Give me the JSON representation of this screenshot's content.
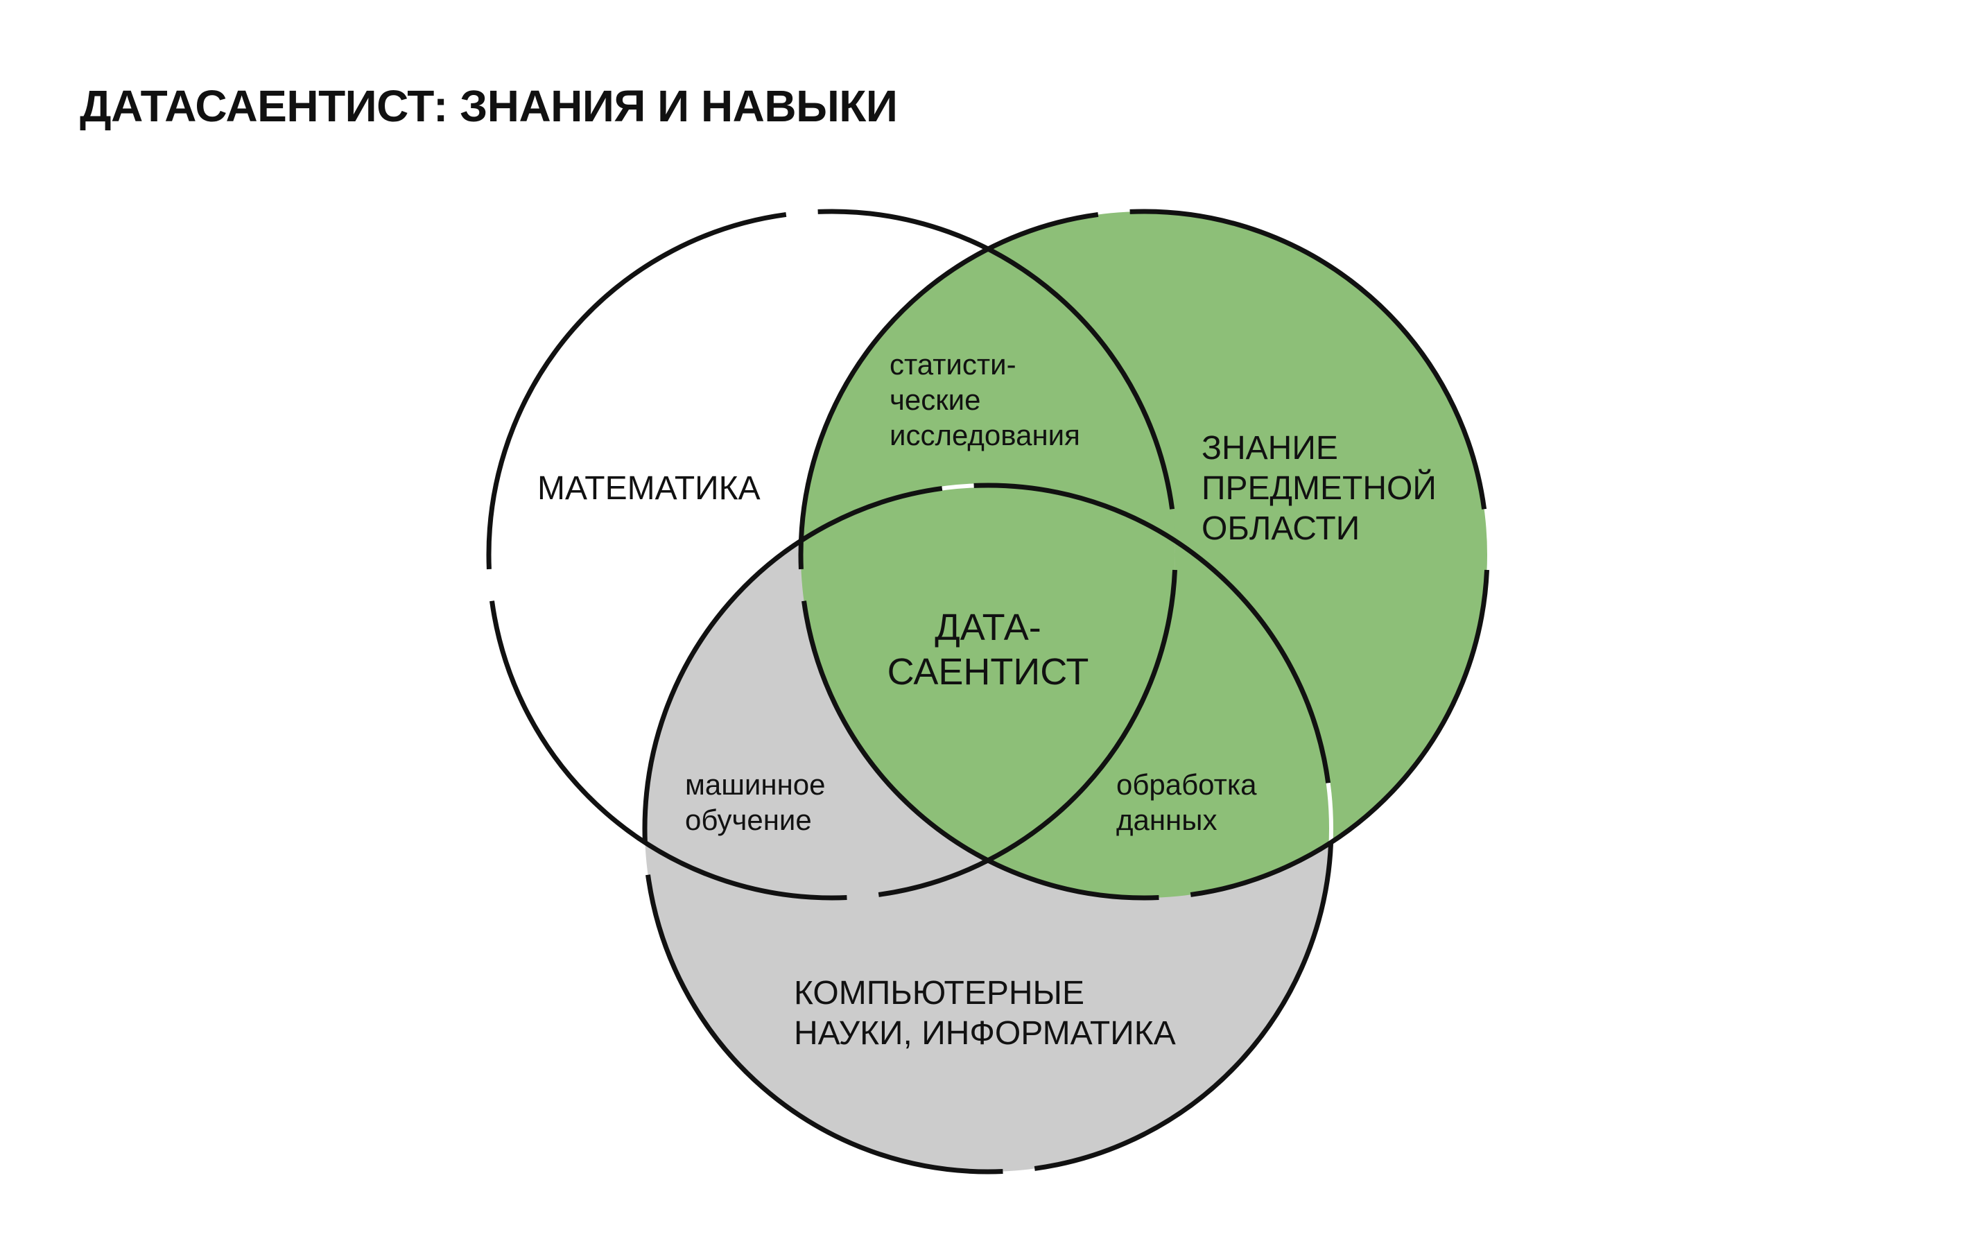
{
  "title": "ДАТАСАЕНТИСТ: ЗНАНИЯ И НАВЫКИ",
  "colors": {
    "background": "#ffffff",
    "outline": "#111111",
    "domain_fill": "#8dbf78",
    "cs_fill": "#cccccc",
    "math_fill": "#ffffff",
    "inner_arc": "#ffffff"
  },
  "sets": {
    "math": {
      "label": "МАТЕМАТИКА",
      "fill": "white"
    },
    "domain": {
      "label_lines": [
        "ЗНАНИЕ",
        "ПРЕДМЕТНОЙ",
        "ОБЛАСТИ"
      ],
      "fill": "green"
    },
    "cs": {
      "label_lines": [
        "КОМПЬЮТЕРНЫЕ",
        "НАУКИ, ИНФОРМАТИКА"
      ],
      "fill": "grey"
    }
  },
  "intersections": {
    "math_domain": {
      "label_lines": [
        "статисти-",
        "ческие",
        "исследования"
      ]
    },
    "math_cs": {
      "label_lines": [
        "машинное",
        "обучение"
      ]
    },
    "domain_cs": {
      "label_lines": [
        "обработка",
        "данных"
      ]
    },
    "all": {
      "label_lines": [
        "ДАТА-",
        "САЕНТИСТ"
      ]
    }
  }
}
